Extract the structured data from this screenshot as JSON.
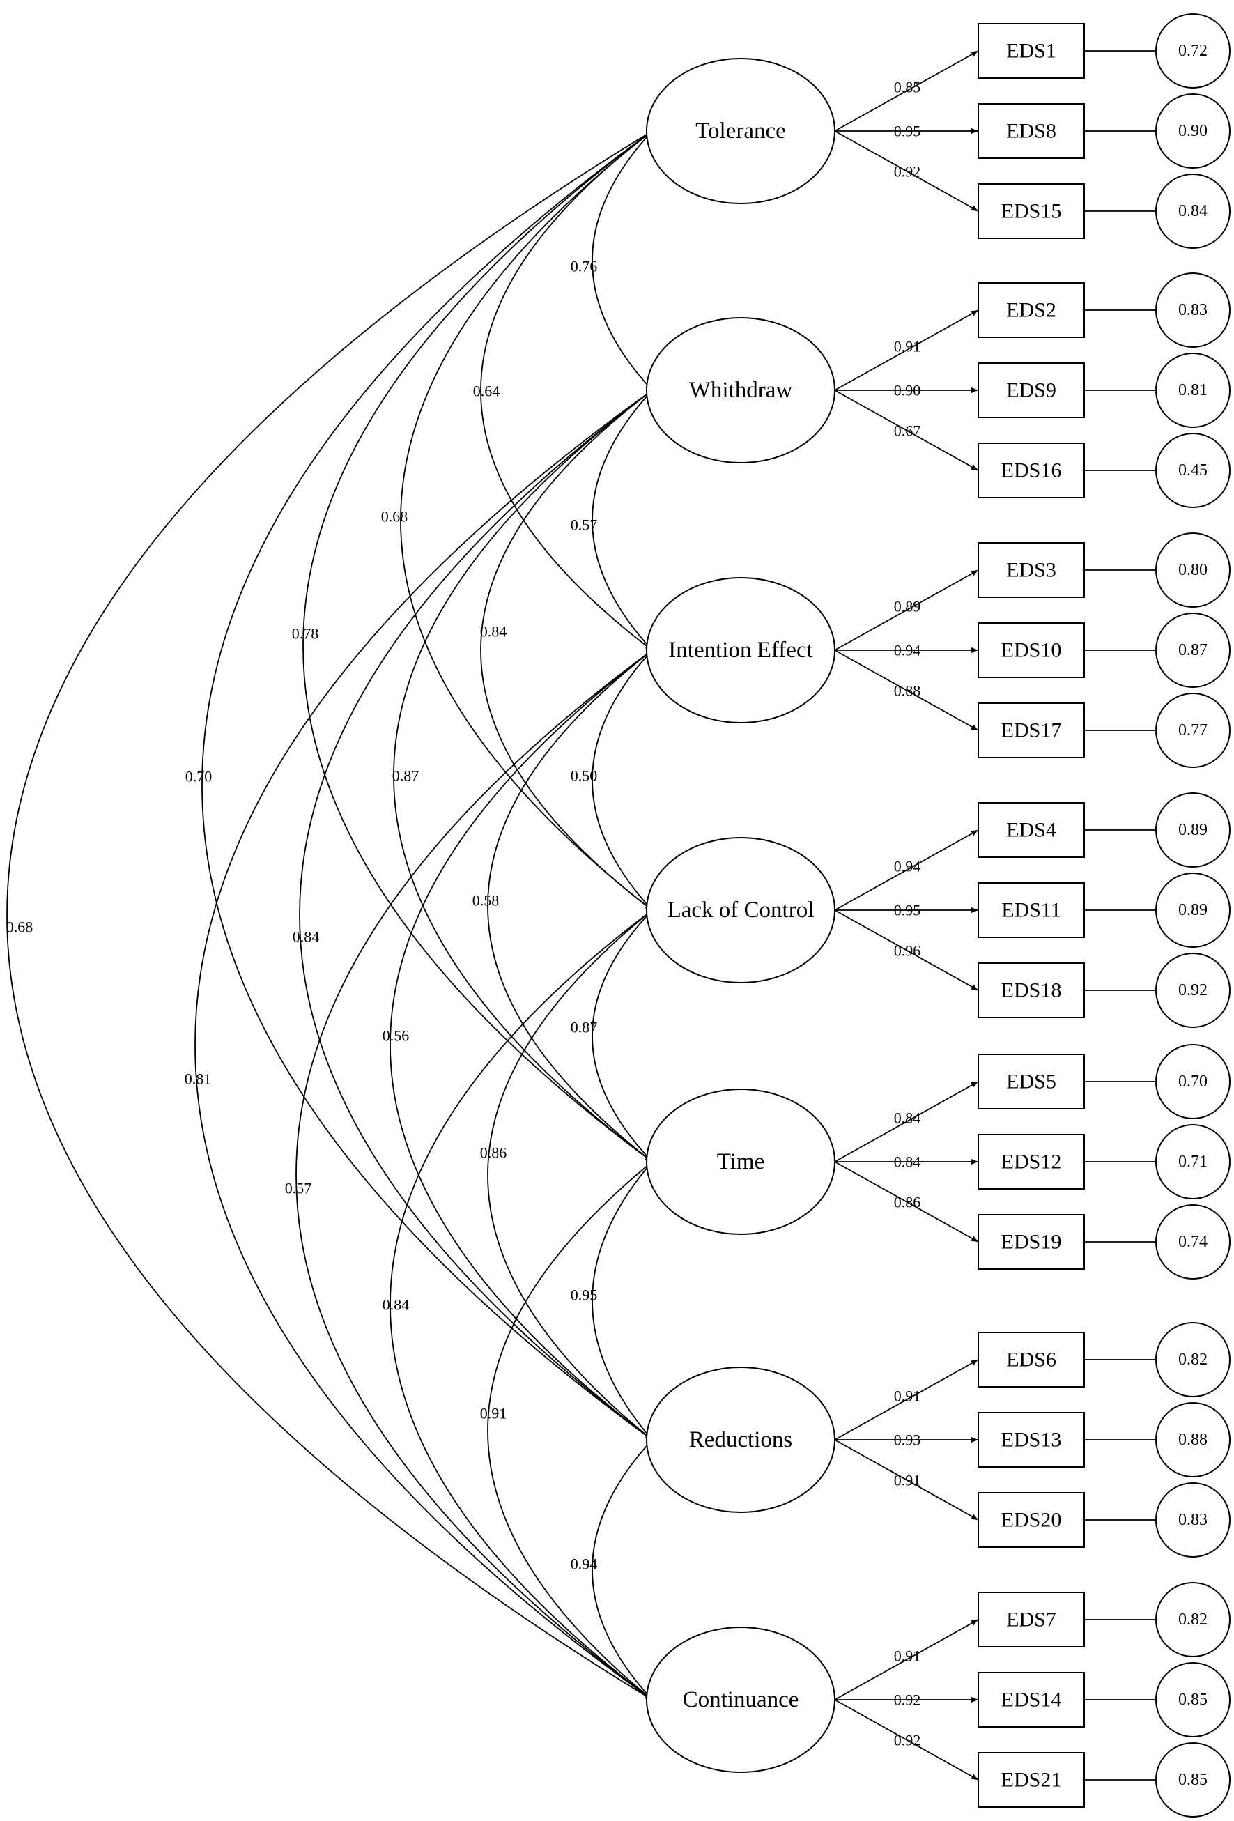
{
  "factors": [
    {
      "name": "Tolerance",
      "loadings": [
        "0.85",
        "0.95",
        "0.92"
      ],
      "indicators": [
        "EDS1",
        "EDS8",
        "EDS15"
      ],
      "errors": [
        "0.72",
        "0.90",
        "0.84"
      ]
    },
    {
      "name": "Whithdraw",
      "loadings": [
        "0.91",
        "0.90",
        "0.67"
      ],
      "indicators": [
        "EDS2",
        "EDS9",
        "EDS16"
      ],
      "errors": [
        "0.83",
        "0.81",
        "0.45"
      ]
    },
    {
      "name": "Intention Effect",
      "loadings": [
        "0.89",
        "0.94",
        "0.88"
      ],
      "indicators": [
        "EDS3",
        "EDS10",
        "EDS17"
      ],
      "errors": [
        "0.80",
        "0.87",
        "0.77"
      ]
    },
    {
      "name": "Lack of Control",
      "loadings": [
        "0.94",
        "0.95",
        "0.96"
      ],
      "indicators": [
        "EDS4",
        "EDS11",
        "EDS18"
      ],
      "errors": [
        "0.89",
        "0.89",
        "0.92"
      ]
    },
    {
      "name": "Time",
      "loadings": [
        "0.84",
        "0.84",
        "0.86"
      ],
      "indicators": [
        "EDS5",
        "EDS12",
        "EDS19"
      ],
      "errors": [
        "0.70",
        "0.71",
        "0.74"
      ]
    },
    {
      "name": "Reductions",
      "loadings": [
        "0.91",
        "0.93",
        "0.91"
      ],
      "indicators": [
        "EDS6",
        "EDS13",
        "EDS20"
      ],
      "errors": [
        "0.82",
        "0.88",
        "0.83"
      ]
    },
    {
      "name": "Continuance",
      "loadings": [
        "0.91",
        "0.92",
        "0.92"
      ],
      "indicators": [
        "EDS7",
        "EDS14",
        "EDS21"
      ],
      "errors": [
        "0.82",
        "0.85",
        "0.85"
      ]
    }
  ],
  "correlations": [
    {
      "from": 0,
      "to": 1,
      "value": "0.76"
    },
    {
      "from": 0,
      "to": 2,
      "value": "0.64"
    },
    {
      "from": 0,
      "to": 3,
      "value": "0.68"
    },
    {
      "from": 0,
      "to": 4,
      "value": "0.78"
    },
    {
      "from": 0,
      "to": 5,
      "value": "0.70"
    },
    {
      "from": 0,
      "to": 6,
      "value": "0.68"
    },
    {
      "from": 1,
      "to": 2,
      "value": "0.57"
    },
    {
      "from": 1,
      "to": 3,
      "value": "0.84"
    },
    {
      "from": 1,
      "to": 4,
      "value": "0.87"
    },
    {
      "from": 1,
      "to": 5,
      "value": "0.84"
    },
    {
      "from": 1,
      "to": 6,
      "value": "0.81"
    },
    {
      "from": 2,
      "to": 3,
      "value": "0.50"
    },
    {
      "from": 2,
      "to": 4,
      "value": "0.58"
    },
    {
      "from": 2,
      "to": 5,
      "value": "0.56"
    },
    {
      "from": 2,
      "to": 6,
      "value": "0.57"
    },
    {
      "from": 3,
      "to": 4,
      "value": "0.87"
    },
    {
      "from": 3,
      "to": 5,
      "value": "0.86"
    },
    {
      "from": 3,
      "to": 6,
      "value": "0.84"
    },
    {
      "from": 4,
      "to": 5,
      "value": "0.95"
    },
    {
      "from": 4,
      "to": 6,
      "value": "0.91"
    },
    {
      "from": 5,
      "to": 6,
      "value": "0.94"
    }
  ]
}
